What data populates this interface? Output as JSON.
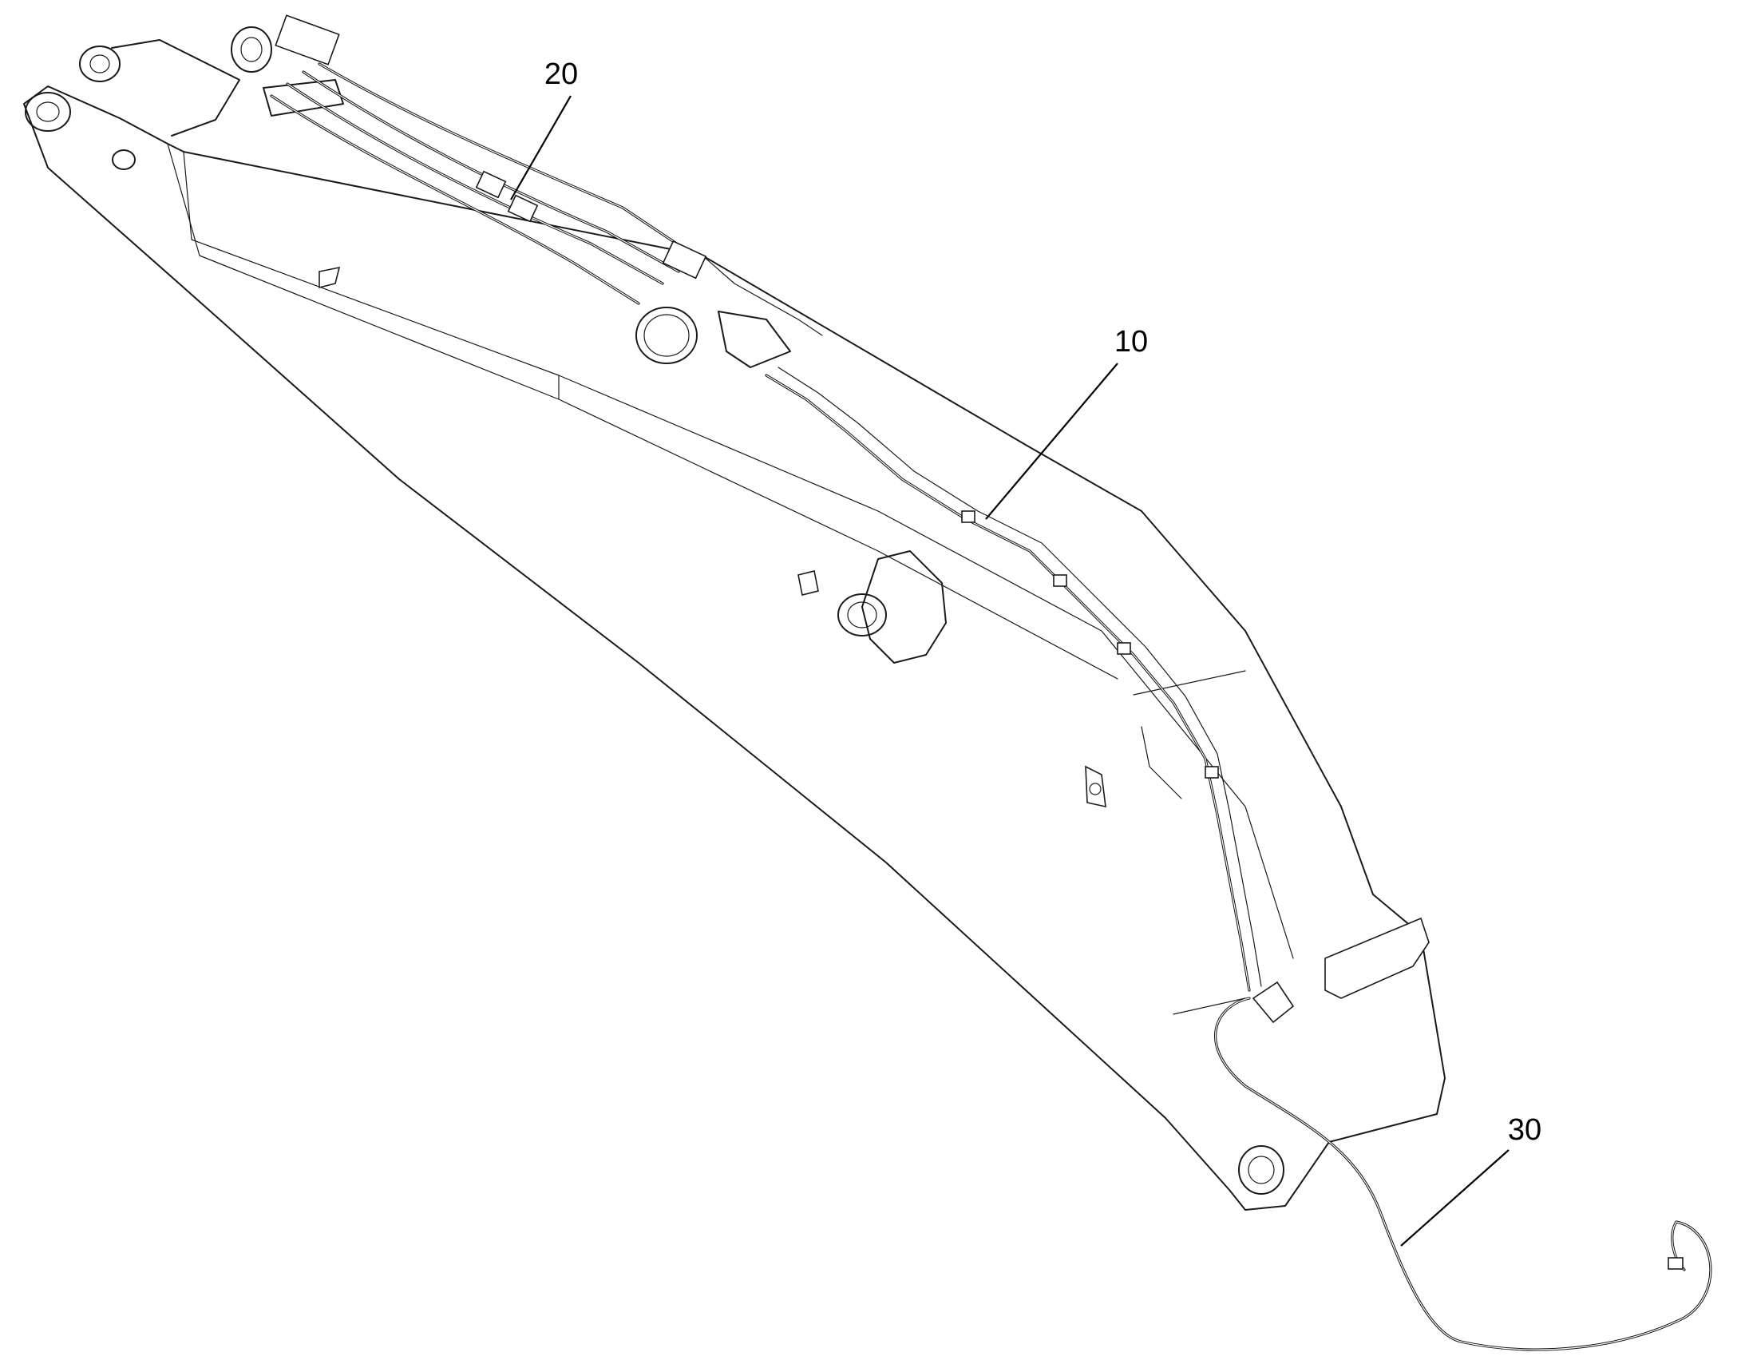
{
  "figure": {
    "callouts": [
      {
        "id": "callout-20",
        "label": "20"
      },
      {
        "id": "callout-10",
        "label": "10"
      },
      {
        "id": "callout-30",
        "label": "30"
      }
    ]
  }
}
